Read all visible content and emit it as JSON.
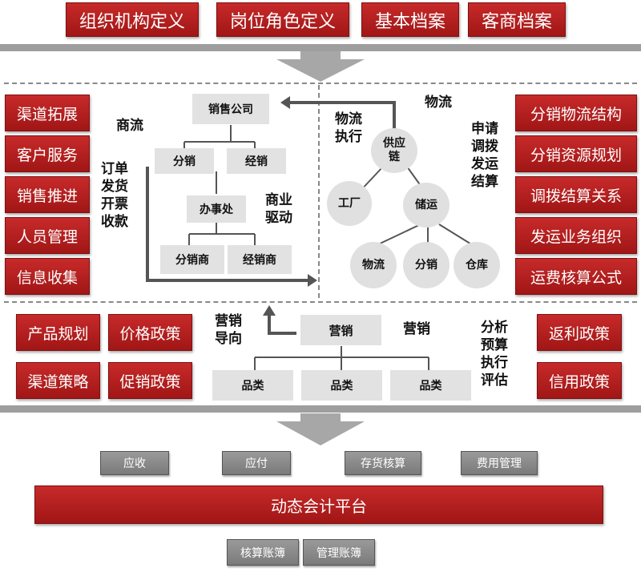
{
  "top_buttons": [
    "组织机构定义",
    "岗位角色定义",
    "基本档案",
    "客商档案"
  ],
  "left_buttons": [
    "渠道拓展",
    "客户服务",
    "销售推进",
    "人员管理",
    "信息收集"
  ],
  "right_buttons": [
    "分销物流结构",
    "分销资源规划",
    "调拨结算关系",
    "发运业务组织",
    "运费核算公式"
  ],
  "commerce": {
    "label": "商流",
    "side_label": "订单\n发货\n开票\n收款",
    "drive_label": "商业\n驱动",
    "nodes": {
      "company": "销售公司",
      "distribution": "分销",
      "dealer": "经销",
      "office": "办事处",
      "distributor": "分销商",
      "dealer_merchant": "经销商"
    }
  },
  "logistics": {
    "label": "物流",
    "exec_label": "物流\n执行",
    "side_label": "申请\n调拨\n发运\n结算",
    "nodes": {
      "supply_chain": "供应\n链",
      "factory": "工厂",
      "storage": "储运",
      "logistics": "物流",
      "distribution": "分销",
      "warehouse": "仓库"
    }
  },
  "marketing": {
    "left_buttons": [
      "产品规划",
      "价格政策",
      "渠道策略",
      "促销政策"
    ],
    "right_buttons": [
      "返利政策",
      "信用政策"
    ],
    "guide_label": "营销\n导向",
    "label": "营销",
    "analysis_label": "分析\n预算\n执行\n评估",
    "root": "营销",
    "categories": [
      "品类",
      "品类",
      "品类"
    ]
  },
  "finance": {
    "modules": [
      "应收",
      "应付",
      "存货核算",
      "费用管理"
    ],
    "platform": "动态会计平台",
    "ledgers": [
      "核算账簿",
      "管理账簿"
    ]
  }
}
